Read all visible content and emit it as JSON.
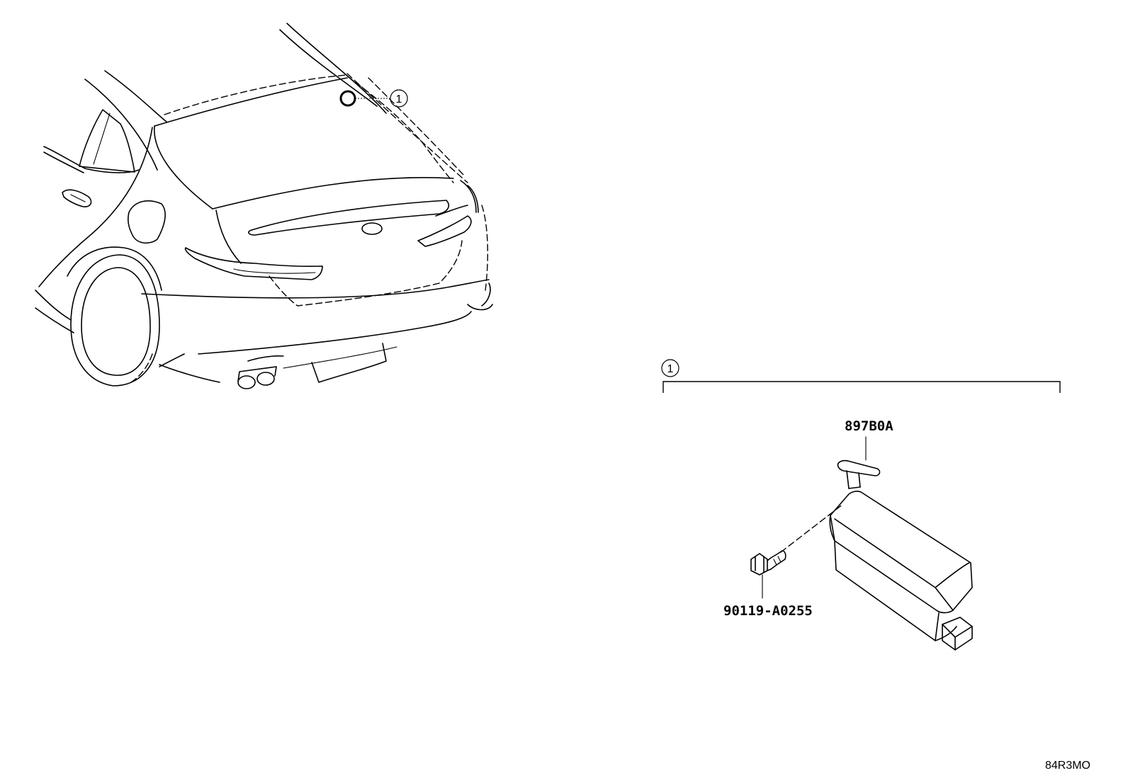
{
  "diagram": {
    "callout_number": "1",
    "part_module_number": "897B0A",
    "part_bolt_number": "90119-A0255",
    "drawing_code": "84R3MO"
  },
  "icons": {
    "vehicle": "car-rear-view-illustration",
    "module": "control-module-illustration",
    "bolt": "bolt-illustration"
  }
}
